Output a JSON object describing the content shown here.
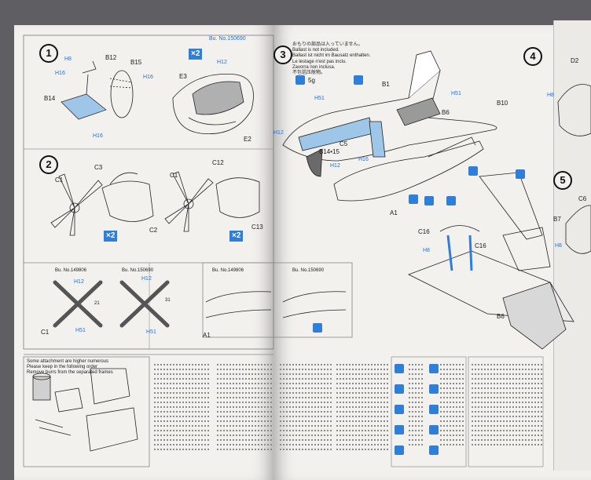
{
  "steps": [
    "1",
    "2",
    "3",
    "4",
    "5"
  ],
  "labels": {
    "s1": {
      "b12": "B12",
      "b15": "B15",
      "b14": "B14",
      "h8": "H8",
      "h16a": "H16",
      "h16b": "H16",
      "h16c": "H16",
      "e3": "E3",
      "e2": "E2",
      "h12": "H12",
      "bu": "Bu. No.150690",
      "x2": "×2"
    },
    "s2": {
      "c3": "C3",
      "c1a": "C1",
      "c2": "C2",
      "c1b": "C1",
      "c12": "C12",
      "c13": "C13",
      "x2a": "×2",
      "x2b": "×2"
    },
    "inset_props": {
      "bu1": "Bu. No.149806",
      "bu2": "Bu. No.150690",
      "h12a": "H12",
      "h12b": "H12",
      "h51a": "H51",
      "h51b": "H51",
      "n21": "21",
      "n31": "31",
      "c1": "C1"
    },
    "inset_hull": {
      "bu1": "Bu. No.149806",
      "bu2": "Bu. No.150690",
      "a1": "A1"
    },
    "s3": {
      "header": [
        "おもりの部品は入っていません。",
        "Ballast is not included.",
        "Ballast ist nicht im Bausatz enthalten.",
        "Le lestage n'est pas inclu.",
        "Zavorra non inclusa.",
        "不包括压舱物。"
      ],
      "weight": "5g",
      "b1": "B1",
      "b6": "B6",
      "b10": "B10",
      "c5": "C5",
      "b14_15": "B14•15",
      "h51": "H51",
      "h51b": "H51",
      "h12": "H12",
      "h16": "H16",
      "a1": "A1",
      "c16a": "C16",
      "c16b": "C16",
      "h8": "H8",
      "b6b": "B6",
      "b12": "H12"
    },
    "s4": {
      "d2": "D2",
      "h8": "H8"
    },
    "s5": {
      "c6": "C6",
      "b7": "B7",
      "h8": "H8"
    }
  },
  "legend_left": [
    "Some attachment are higher numerous",
    "Please keep in the following order",
    "Remove burrs from the separated frames"
  ],
  "colors": {
    "blue": "#2f7ed8",
    "paper": "#f2f1ee",
    "ink": "#1a1a1a"
  }
}
